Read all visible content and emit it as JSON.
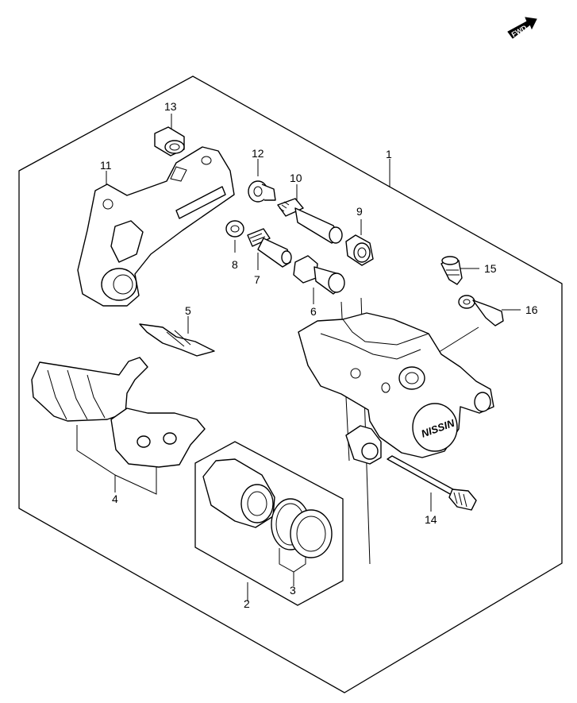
{
  "fwd_indicator": {
    "text": "FWD",
    "icon": "forward-arrow-icon"
  },
  "caliper_brand": "NISSIN",
  "callouts": [
    {
      "id": "1",
      "label": "1",
      "part": "caliper-assembly"
    },
    {
      "id": "2",
      "label": "2",
      "part": "piston"
    },
    {
      "id": "3",
      "label": "3",
      "part": "piston-seal"
    },
    {
      "id": "4",
      "label": "4",
      "part": "brake-pad-set"
    },
    {
      "id": "5",
      "label": "5",
      "part": "pad-spring"
    },
    {
      "id": "6",
      "label": "6",
      "part": "slide-pin-boot"
    },
    {
      "id": "7",
      "label": "7",
      "part": "slide-pin"
    },
    {
      "id": "8",
      "label": "8",
      "part": "washer"
    },
    {
      "id": "9",
      "label": "9",
      "part": "boot"
    },
    {
      "id": "10",
      "label": "10",
      "part": "slide-bolt"
    },
    {
      "id": "11",
      "label": "11",
      "part": "caliper-bracket"
    },
    {
      "id": "12",
      "label": "12",
      "part": "collar-washer"
    },
    {
      "id": "13",
      "label": "13",
      "part": "spacer"
    },
    {
      "id": "14",
      "label": "14",
      "part": "pad-pin"
    },
    {
      "id": "15",
      "label": "15",
      "part": "bleeder-valve"
    },
    {
      "id": "16",
      "label": "16",
      "part": "bleeder-cap"
    }
  ]
}
